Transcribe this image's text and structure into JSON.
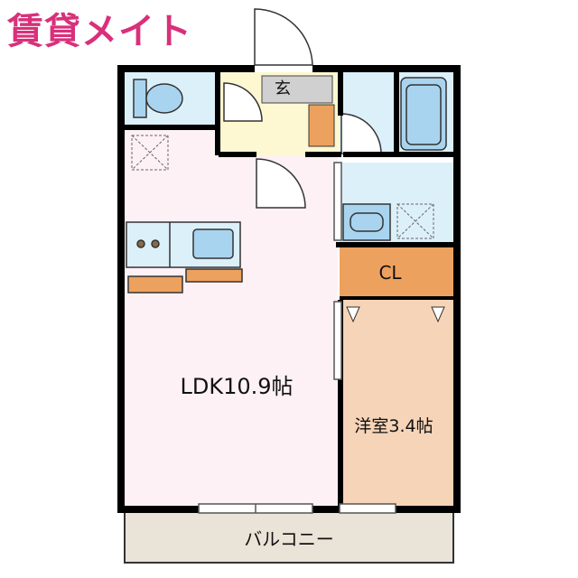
{
  "logo": {
    "text": "賃貸メイト",
    "color": "#d9307a"
  },
  "rooms": {
    "entrance": "玄",
    "ldk": "LDK10.9帖",
    "bedroom": "洋室3.4帖",
    "closet": "CL",
    "balcony": "バルコニー"
  },
  "colors": {
    "ldk": "#fdf1f5",
    "wet": "#dcf0fa",
    "entrance": "#fdf8d2",
    "bedroom": "#f6d4b7",
    "closet": "#eda15e",
    "balcony": "#eae3d8",
    "wall": "#000000"
  }
}
